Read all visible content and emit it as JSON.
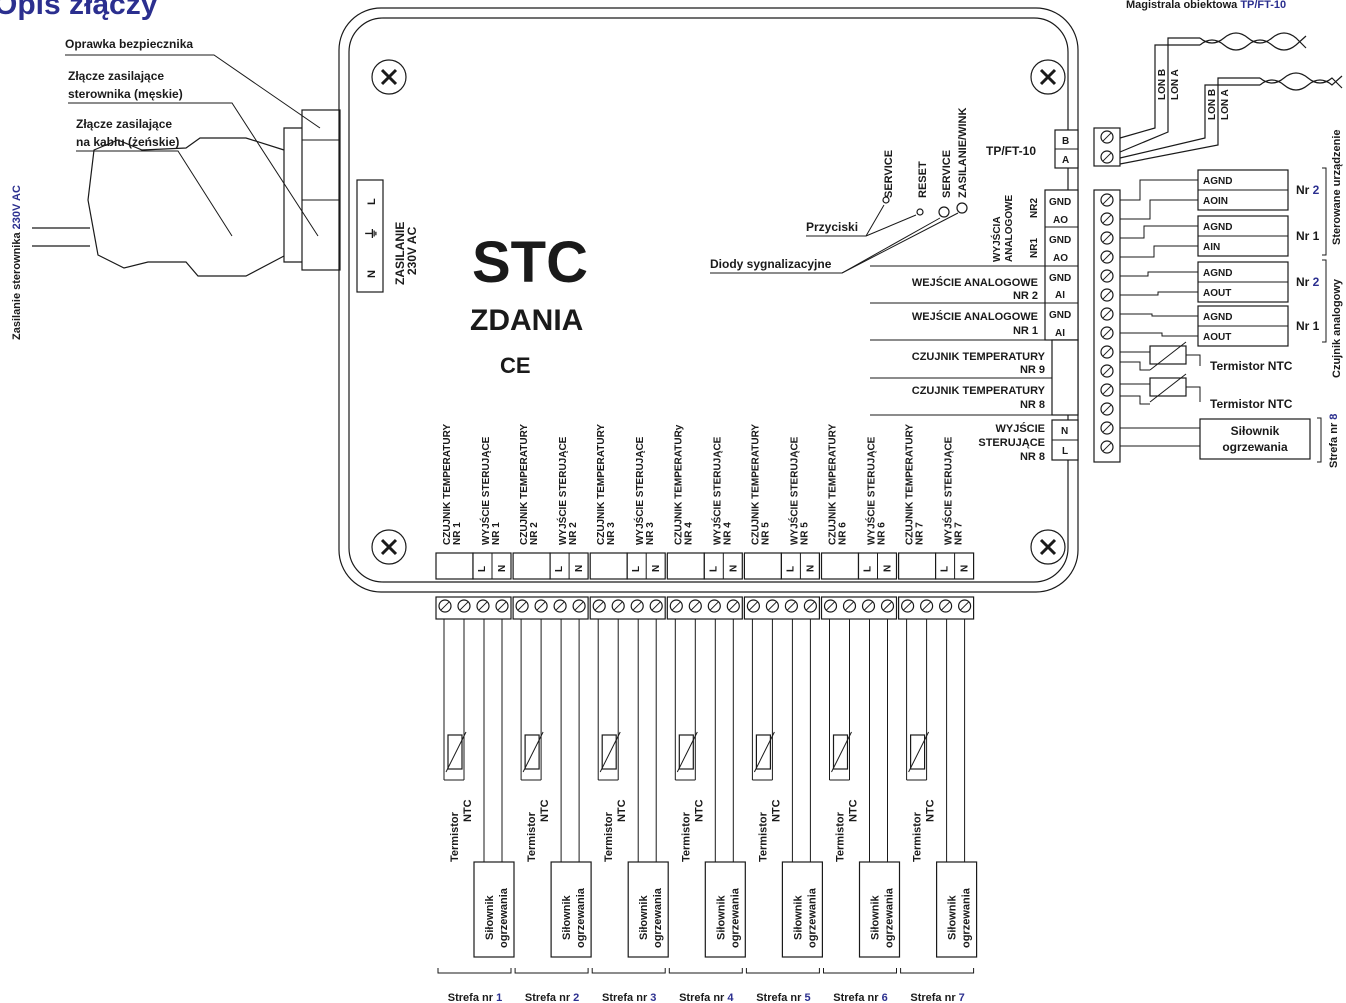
{
  "title_fragment": "Opis złączy",
  "device": {
    "name": "STC",
    "subtitle": "ZDANIA",
    "mark": "CE"
  },
  "colors": {
    "accent": "#2b2f8f",
    "line": "#1a1a1a"
  },
  "left": {
    "fuse_holder": "Oprawka bezpiecznika",
    "male_connector_l1": "Złącze zasilające",
    "male_connector_l2": "sterownika (męskie)",
    "female_connector_l1": "Złącze zasilające",
    "female_connector_l2": "na kablu (żeńskie)",
    "power_label_prefix": "Zasilanie sterownika ",
    "power_label_value": "230V AC",
    "supply_terminal_title": "ZASILANIE",
    "supply_terminal_value": "230V AC",
    "supply_pins": [
      "L",
      "⏚",
      "N"
    ]
  },
  "buttons": {
    "service": "SERVICE",
    "reset": "RESET",
    "service_led": "SERVICE",
    "power_wink": "ZASILANIE/WINK",
    "buttons_label": "Przyciski",
    "leds_label": "Diody sygnalizacyjne"
  },
  "right": {
    "bus_prefix": "Magistrala obiektowa ",
    "bus_value": "TP/FT-10",
    "tp_label": "TP/FT-10",
    "tp_pins": [
      "B",
      "A"
    ],
    "lon_labels": [
      "LON B",
      "LON A",
      "LON B",
      "LON A"
    ],
    "analog_out_title_1": "WYJŚCIA",
    "analog_out_title_2": "ANALOGOWE",
    "nr2": "NR2",
    "nr1": "NR1",
    "gnd": "GND",
    "ao": "AO",
    "ai": "AI",
    "ain_title": "WEJŚCIE ANALOGOWE",
    "ain_nr2": "NR 2",
    "ain_nr1": "NR 1",
    "temp_title": "CZUJNIK TEMPERATURY",
    "temp_nr9": "NR 9",
    "temp_nr8": "NR 8",
    "out_title_1": "WYJŚCIE",
    "out_title_2": "STERUJĄCE",
    "out_nr8": "NR 8",
    "out_pins": [
      "N",
      "L"
    ],
    "devices": [
      {
        "a": "AGND",
        "b": "AOIN",
        "nr": "Nr ",
        "nr_hl": "2"
      },
      {
        "a": "AGND",
        "b": "AIN",
        "nr": "Nr 1",
        "nr_hl": ""
      },
      {
        "a": "AGND",
        "b": "AOUT",
        "nr": "Nr ",
        "nr_hl": "2"
      },
      {
        "a": "AGND",
        "b": "AOUT",
        "nr": "Nr 1",
        "nr_hl": ""
      }
    ],
    "controlled_devices": "Sterowane urządzenie",
    "analog_sensor": "Czujnik analogowy",
    "thermistor": "Termistor NTC",
    "actuator_1": "Siłownik",
    "actuator_2": "ogrzewania",
    "zone8_prefix": "Strefa nr ",
    "zone8_value": "8"
  },
  "bottom": {
    "channels": [
      {
        "sensor": "CZUJNIK TEMPERATURY",
        "sensor_nr": "NR 1",
        "out": "WYJŚCIE STERUJĄCE",
        "out_nr": "NR 1",
        "zone": "1"
      },
      {
        "sensor": "CZUJNIK TEMPERATURY",
        "sensor_nr": "NR 2",
        "out": "WYJŚCIE STERUJĄCE",
        "out_nr": "NR 2",
        "zone": "2"
      },
      {
        "sensor": "CZUJNIK TEMPERATURY",
        "sensor_nr": "NR 3",
        "out": "WYJŚCIE STERUJĄCE",
        "out_nr": "NR 3",
        "zone": "3"
      },
      {
        "sensor": "CZUJNIK TEMPERATURy",
        "sensor_nr": "NR 4",
        "out": "WYJŚCIE STERUJĄCE",
        "out_nr": "NR 4",
        "zone": "4"
      },
      {
        "sensor": "CZUJNIK TEMPERATURY",
        "sensor_nr": "NR 5",
        "out": "WYJŚCIE STERUJĄCE",
        "out_nr": "NR 5",
        "zone": "5"
      },
      {
        "sensor": "CZUJNIK TEMPERATURY",
        "sensor_nr": "NR 6",
        "out": "WYJŚCIE STERUJĄCE",
        "out_nr": "NR 6",
        "zone": "6"
      },
      {
        "sensor": "CZUJNIK TEMPERATURY",
        "sensor_nr": "NR 7",
        "out": "WYJŚCIE STERUJĄCE",
        "out_nr": "NR 7",
        "zone": "7"
      }
    ],
    "lz": [
      "L",
      "N"
    ],
    "thermistor_1": "Termistor",
    "thermistor_2": "NTC",
    "actuator_1": "Siłownik",
    "actuator_2": "ogrzewania",
    "zone_prefix": "Strefa nr "
  }
}
